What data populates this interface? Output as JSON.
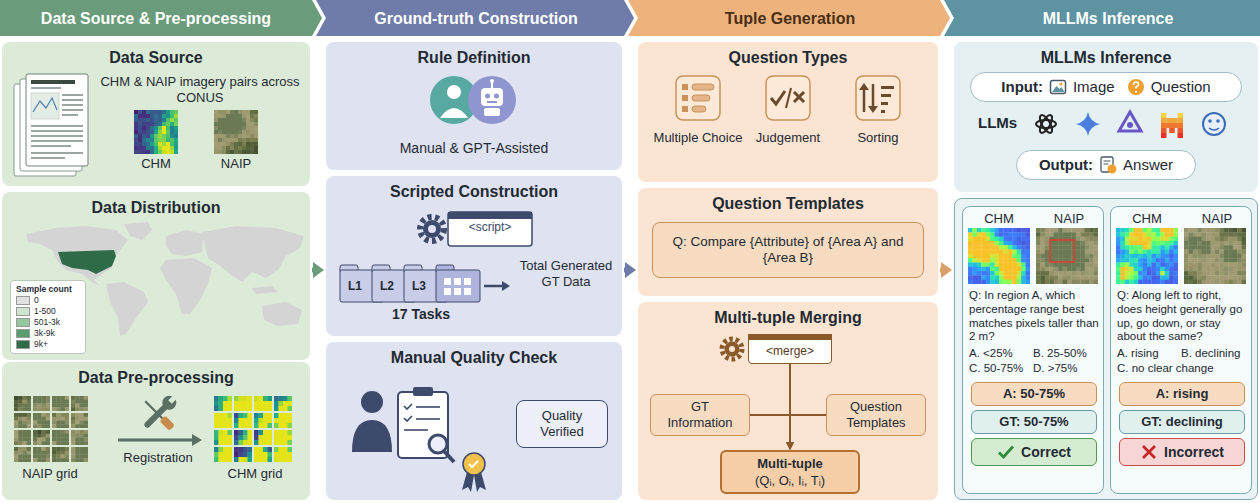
{
  "diagram": {
    "nodes": [
      {
        "text": [
          "Data Source & Pre-processing"
        ]
      },
      {
        "text": [
          "Data Source",
          "CHM & NAIP imagery pairs across CONUS",
          "CHM",
          "NAIP"
        ],
        "in": 0
      },
      {
        "text": [
          "Data Distribution"
        ],
        "in": 0
      },
      {
        "text": [
          "Data Pre-processing",
          "NAIP grid",
          "Registration",
          "CHM grid"
        ],
        "in": 0
      },
      {
        "text": [
          "Ground-truth Construction"
        ]
      },
      {
        "text": [
          "Rule Definition",
          "Manual & GPT-Assisted"
        ],
        "in": 4
      },
      {
        "text": [
          "Scripted Construction",
          "<script>",
          "L1",
          "L2",
          "L3",
          "17 Tasks",
          "Total Generated GT Data"
        ],
        "in": 4
      },
      {
        "text": [
          "Manual Quality Check"
        ],
        "in": 4
      },
      {
        "text": [
          "Quality Verified"
        ],
        "in": 7
      },
      {
        "text": [
          "Tuple Generation"
        ]
      },
      {
        "text": [
          "Question Types",
          "Multiple Choice",
          "Judgement",
          "Sorting"
        ],
        "in": 9
      },
      {
        "text": [
          "Question Templates"
        ],
        "in": 9
      },
      {
        "text": [
          "Q: Compare {Attribute} of {Area A} and {Area B}"
        ],
        "in": 11
      },
      {
        "text": [
          "Multi-tuple Merging"
        ],
        "in": 9
      },
      {
        "text": [
          "<merge>"
        ],
        "in": 13
      },
      {
        "text": [
          "GT Information"
        ],
        "in": 13
      },
      {
        "text": [
          "Question Templates"
        ],
        "in": 13
      },
      {
        "text": [
          "Multi-tuple",
          "(Qᵢ, Oᵢ, Iᵢ, Tᵢ)"
        ],
        "in": 13
      },
      {
        "text": [
          "MLLMs Inference"
        ]
      },
      {
        "text": [
          "MLLMs Inference",
          "LLMs"
        ],
        "in": 18
      },
      {
        "text": [
          "Input:",
          "Image",
          "Question"
        ],
        "in": 19
      },
      {
        "text": [
          "Output:",
          "Answer"
        ],
        "in": 19
      },
      {
        "text": [
          "CHM",
          "NAIP",
          "Q: In region A, which percentage range best matches pixels taller than 2 m?",
          "A. <25%",
          "B. 25-50%",
          "C. 50-75%",
          "D. >75%"
        ],
        "in": 18
      },
      {
        "text": [
          "A: 50-75%"
        ],
        "in": 22
      },
      {
        "text": [
          "GT: 50-75%"
        ],
        "in": 22
      },
      {
        "text": [
          "Correct"
        ],
        "in": 22
      },
      {
        "text": [
          "CHM",
          "NAIP",
          "Q: Along left to right, does height generally go up, go down, or stay about the same?",
          "A. rising",
          "B. declining",
          "C. no clear change"
        ],
        "in": 18
      },
      {
        "text": [
          "A: rising"
        ],
        "in": 26
      },
      {
        "text": [
          "GT: declining"
        ],
        "in": 26
      },
      {
        "text": [
          "Incorrect"
        ],
        "in": 26
      }
    ],
    "edges": [
      {
        "from": 0,
        "to": 4,
        "arrow": "to"
      },
      {
        "from": 4,
        "to": 9,
        "arrow": "to"
      },
      {
        "from": 9,
        "to": 18,
        "arrow": "to"
      },
      {
        "from": 15,
        "to": 17,
        "arrow": "to"
      },
      {
        "from": 16,
        "to": 17,
        "arrow": "to"
      },
      {
        "from": 14,
        "to": 17,
        "arrow": "to"
      }
    ],
    "labels": [
      "Sample count"
    ],
    "legend": [
      {
        "text": "0",
        "color": "#e0e0e0"
      },
      {
        "text": "1-500",
        "color": "#cfe3cf"
      },
      {
        "text": "501-3k",
        "color": "#97c79f"
      },
      {
        "text": "3k-9k",
        "color": "#5a9e6e"
      },
      {
        "text": "9k+",
        "color": "#2f6b47"
      }
    ]
  }
}
